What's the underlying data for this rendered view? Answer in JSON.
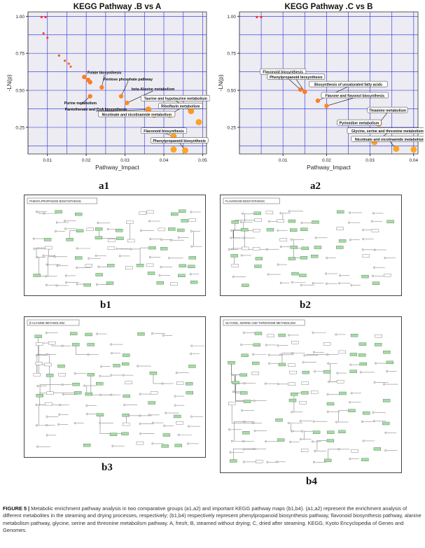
{
  "chart_data": [
    {
      "type": "scatter",
      "title": "KEGG Pathway .B vs A",
      "xlabel": "Pathway_Impact",
      "ylabel": "-LN(p)",
      "xlim": [
        0.005,
        0.051
      ],
      "ylim": [
        0.07,
        1.03
      ],
      "xticks": [
        "0.01",
        "0.02",
        "0.03",
        "0.04",
        "0.05"
      ],
      "yticks": [
        "0.25",
        "0.50",
        "0.75",
        "1.00"
      ],
      "grid": true,
      "background": "#ececf2",
      "grid_color": "#2a2ae0",
      "points": [
        {
          "x": 0.0085,
          "y": 0.995,
          "kind": "small",
          "color": "#ff2a2a"
        },
        {
          "x": 0.0095,
          "y": 0.995,
          "kind": "small",
          "color": "#ff2a2a"
        },
        {
          "x": 0.009,
          "y": 0.885,
          "kind": "small",
          "color": "#ff4422"
        },
        {
          "x": 0.01,
          "y": 0.855,
          "kind": "small",
          "color": "#ff4422"
        },
        {
          "x": 0.013,
          "y": 0.735,
          "kind": "small",
          "color": "#ff5522"
        },
        {
          "x": 0.0145,
          "y": 0.7,
          "kind": "small",
          "color": "#ff5522"
        },
        {
          "x": 0.0155,
          "y": 0.68,
          "kind": "small",
          "color": "#ff6622"
        },
        {
          "x": 0.016,
          "y": 0.66,
          "kind": "small",
          "color": "#ff6622"
        },
        {
          "x": 0.0195,
          "y": 0.59,
          "kind": "mid",
          "color": "#ff7a22"
        },
        {
          "x": 0.0205,
          "y": 0.57,
          "kind": "mid",
          "color": "#ff7a22"
        },
        {
          "x": 0.021,
          "y": 0.555,
          "kind": "mid",
          "color": "#ff7a22"
        },
        {
          "x": 0.024,
          "y": 0.52,
          "kind": "mid",
          "color": "#ff8022"
        },
        {
          "x": 0.021,
          "y": 0.46,
          "kind": "mid",
          "color": "#ff8022"
        },
        {
          "x": 0.029,
          "y": 0.46,
          "kind": "mid",
          "color": "#ff8822"
        },
        {
          "x": 0.0305,
          "y": 0.415,
          "kind": "mid",
          "color": "#ff8822"
        },
        {
          "x": 0.036,
          "y": 0.37,
          "kind": "big",
          "color": "#ff9122"
        },
        {
          "x": 0.0375,
          "y": 0.335,
          "kind": "big",
          "color": "#ff9122"
        },
        {
          "x": 0.0415,
          "y": 0.335,
          "kind": "big",
          "color": "#ff9922"
        },
        {
          "x": 0.047,
          "y": 0.36,
          "kind": "big",
          "color": "#ff9922"
        },
        {
          "x": 0.049,
          "y": 0.285,
          "kind": "big",
          "color": "#ffa022"
        },
        {
          "x": 0.0425,
          "y": 0.19,
          "kind": "big",
          "color": "#ffa022"
        },
        {
          "x": 0.0425,
          "y": 0.1,
          "kind": "big",
          "color": "#ffa522"
        },
        {
          "x": 0.0455,
          "y": 0.095,
          "kind": "big",
          "color": "#ffa522"
        }
      ],
      "annotations": [
        {
          "text": "Folate biosynthesis",
          "tx": 0.0247,
          "ty": 0.62,
          "px": 0.024,
          "py": 0.52
        },
        {
          "text": "Pentose phosphate pathway",
          "tx": 0.0308,
          "ty": 0.575,
          "px": 0.029,
          "py": 0.46
        },
        {
          "text": "beta-Alanine metabolism",
          "tx": 0.0372,
          "ty": 0.51,
          "px": 0.0305,
          "py": 0.415
        },
        {
          "text": "Purine metabolism",
          "tx": 0.0185,
          "ty": 0.415,
          "px": 0.021,
          "py": 0.46
        },
        {
          "text": "Taurine and hypotaurine metabolism",
          "tx": 0.043,
          "ty": 0.445,
          "px": 0.047,
          "py": 0.36,
          "boxed": true
        },
        {
          "text": "Riboflavin metabolism",
          "tx": 0.0443,
          "ty": 0.393,
          "px": 0.0415,
          "py": 0.335,
          "boxed": true
        },
        {
          "text": "Pantothenate and CoA biosynthesis",
          "tx": 0.0225,
          "ty": 0.373,
          "px": 0.036,
          "py": 0.37
        },
        {
          "text": "Nicotinate and nicotinamide metabolism",
          "tx": 0.033,
          "ty": 0.337,
          "px": 0.0375,
          "py": 0.335,
          "boxed": true
        },
        {
          "text": "Flavonoid biosynthesis",
          "tx": 0.04,
          "ty": 0.225,
          "px": 0.0425,
          "py": 0.19,
          "boxed": true
        },
        {
          "text": "Phenylpropanoid biosynthesis",
          "tx": 0.044,
          "ty": 0.16,
          "px": 0.0455,
          "py": 0.095,
          "boxed": true
        }
      ]
    },
    {
      "type": "scatter",
      "title": "KEGG Pathway .C vs B",
      "xlabel": "Pathway_Impact",
      "ylabel": "-LN(p)",
      "xlim": [
        0.0,
        0.041
      ],
      "ylim": [
        0.07,
        1.03
      ],
      "xticks": [
        "0.01",
        "0.02",
        "0.03",
        "0.04"
      ],
      "yticks": [
        "0.25",
        "0.50",
        "0.75",
        "1.00"
      ],
      "grid": true,
      "background": "#ececf2",
      "grid_color": "#2a2ae0",
      "points": [
        {
          "x": 0.004,
          "y": 0.995,
          "kind": "small",
          "color": "#ff2a2a"
        },
        {
          "x": 0.005,
          "y": 0.995,
          "kind": "small",
          "color": "#ff2a2a"
        },
        {
          "x": 0.014,
          "y": 0.505,
          "kind": "mid",
          "color": "#ff7a22"
        },
        {
          "x": 0.015,
          "y": 0.49,
          "kind": "mid",
          "color": "#ff7a22"
        },
        {
          "x": 0.018,
          "y": 0.43,
          "kind": "mid",
          "color": "#ff8022"
        },
        {
          "x": 0.02,
          "y": 0.395,
          "kind": "mid",
          "color": "#ff8822"
        },
        {
          "x": 0.032,
          "y": 0.275,
          "kind": "big",
          "color": "#ff9922"
        },
        {
          "x": 0.031,
          "y": 0.15,
          "kind": "big",
          "color": "#ffa022"
        },
        {
          "x": 0.036,
          "y": 0.105,
          "kind": "big",
          "color": "#ffa522"
        },
        {
          "x": 0.04,
          "y": 0.1,
          "kind": "big",
          "color": "#ffa522"
        }
      ],
      "annotations": [
        {
          "text": "Flavonoid biosynthesis",
          "tx": 0.01,
          "ty": 0.625,
          "px": 0.014,
          "py": 0.505,
          "boxed": true
        },
        {
          "text": "Phenylpropanoid biosynthesis",
          "tx": 0.013,
          "ty": 0.59,
          "px": 0.015,
          "py": 0.49,
          "boxed": true
        },
        {
          "text": "Biosynthesis of unsaturated fatty acids",
          "tx": 0.025,
          "ty": 0.54,
          "px": 0.018,
          "py": 0.43,
          "boxed": true
        },
        {
          "text": "Flavone and flavonol biosynthesis",
          "tx": 0.0265,
          "ty": 0.465,
          "px": 0.02,
          "py": 0.395,
          "boxed": true
        },
        {
          "text": "Thiamine metabolism",
          "tx": 0.034,
          "ty": 0.365,
          "px": 0.032,
          "py": 0.275,
          "boxed": true
        },
        {
          "text": "Pyrimidine metabolism",
          "tx": 0.0275,
          "ty": 0.28,
          "px": 0.032,
          "py": 0.275,
          "boxed": true
        },
        {
          "text": "Glycine, serine and threonine metabolism",
          "tx": 0.034,
          "ty": 0.225,
          "px": 0.031,
          "py": 0.15,
          "boxed": true
        },
        {
          "text": "Nicotinate and nicotinamide metabolism",
          "tx": 0.0345,
          "ty": 0.17,
          "px": 0.036,
          "py": 0.105,
          "boxed": true
        }
      ]
    }
  ],
  "panels": {
    "a1": "a1",
    "a2": "a2",
    "b1": "b1",
    "b2": "b2",
    "b3": "b3",
    "b4": "b4"
  },
  "maps": {
    "b1_title": "PHENYLPROPANOID BIOSYNTHESIS",
    "b2_title": "FLAVONOID BIOSYNTHESIS",
    "b3_title": "β-ALANINE METABOLISM",
    "b4_title": "GLYCINE, SERINE AND THREONINE METABOLISM"
  },
  "caption": {
    "label": "FIGURE 5 |",
    "text": " Metabolic enrichment pathway analysis in two comparative groups (a1,a2) and important KEGG pathway maps (b1,b4). (a1,a2) represent the enrichment analysis of different metabolites in the steaming and drying processes, respectively; (b1,b4) respectively represent phenylpropanoid biosynthesis pathway, flavonoid biosynthesis pathway, alanine metabolism pathway, glycine, serine and threonine metabolism pathway. A, fresh; B, steamed without drying; C, dried after steaming. KEGG, Kyoto Encyclopedia of Genes and Genomes."
  }
}
